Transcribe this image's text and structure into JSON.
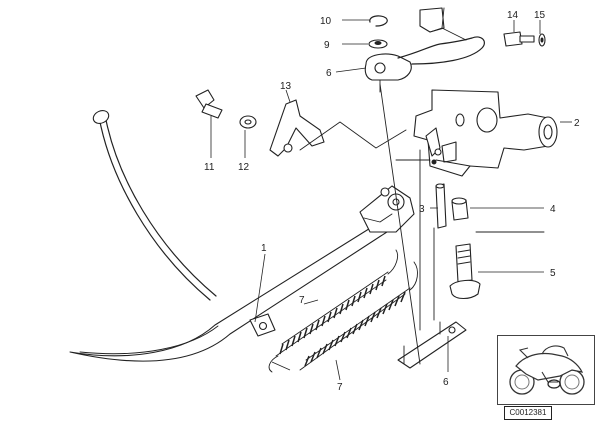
{
  "callouts": [
    {
      "id": "c1",
      "text": "1"
    },
    {
      "id": "c2",
      "text": "2"
    },
    {
      "id": "c3",
      "text": "3"
    },
    {
      "id": "c4",
      "text": "4"
    },
    {
      "id": "c5",
      "text": "5"
    },
    {
      "id": "c6a",
      "text": "6"
    },
    {
      "id": "c6b",
      "text": "6"
    },
    {
      "id": "c7a",
      "text": "7"
    },
    {
      "id": "c7b",
      "text": "7"
    },
    {
      "id": "c9",
      "text": "9"
    },
    {
      "id": "c10",
      "text": "10"
    },
    {
      "id": "c11",
      "text": "11"
    },
    {
      "id": "c12",
      "text": "12"
    },
    {
      "id": "c13",
      "text": "13"
    },
    {
      "id": "c14",
      "text": "14"
    },
    {
      "id": "c15",
      "text": "15"
    }
  ],
  "figure_id": "C0012381",
  "colors": {
    "line": "#222222",
    "background": "#ffffff"
  }
}
